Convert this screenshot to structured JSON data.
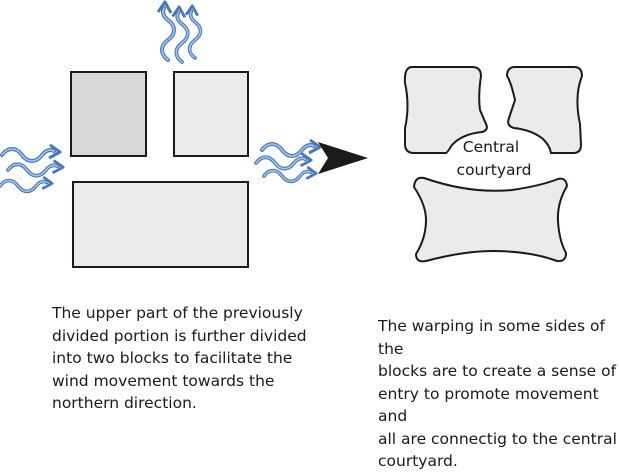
{
  "diagram": {
    "central_label_line1": "Central",
    "central_label_line2": "courtyard"
  },
  "captions": {
    "left": "The upper part of the previously\ndivided portion is further divided\ninto two blocks to facilitate the\nwind movement towards the\nnorthern direction.",
    "right": "The warping in some sides of the\nblocks are to create a sense of\nentry to promote movement and\nall are connectig to the central\ncourtyard."
  },
  "colors": {
    "block_fill": "#eceaea",
    "block_fill_dark": "#d8d8d6",
    "stroke": "#1a1a1a",
    "wind_dark": "#4a78b4",
    "wind_light": "#a9c6e8",
    "arrow": "#1a1a1a"
  },
  "icons": [
    "wind-arrow-icon",
    "direction-arrow-icon"
  ]
}
